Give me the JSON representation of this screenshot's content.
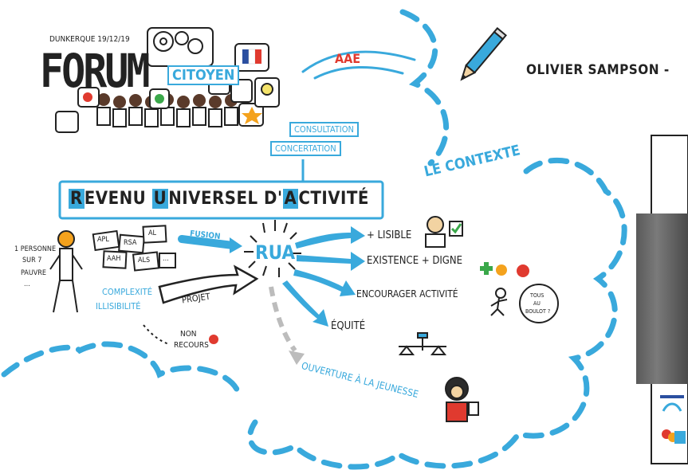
{
  "header": {
    "location_date": "DUNKERQUE 19/12/19",
    "title": "FORUM",
    "subtitle": "CITOYEN",
    "aae": "AAE",
    "author": "OLIVIER SAMPSON -"
  },
  "tags": {
    "consultation": "CONSULTATION",
    "concertation": "CONCERTATION",
    "context": "LE CONTEXTE"
  },
  "banner": {
    "r": "R",
    "evenu": "EVENU ",
    "u": "U",
    "niversel": "NIVERSEL D'",
    "a": "A",
    "ctivite": "CTIVITÉ"
  },
  "left": {
    "stat": [
      "1 PERSONNE",
      "SUR 7",
      "PAUVRE",
      "..."
    ],
    "cards": [
      "APL",
      "RSA",
      "AL",
      "AAH",
      "ALS",
      "..."
    ],
    "complexite": "COMPLEXITÉ",
    "illisibilite": "ILLISIBILITÉ",
    "projet": "PROJET",
    "non_recours_1": "NON",
    "non_recours_2": "RECOURS",
    "fusion": "FUSION"
  },
  "center": {
    "rua": "RUA"
  },
  "outcomes": {
    "lisible": "+ LISIBLE",
    "existence": "EXISTENCE + DIGNE",
    "encourager": "ENCOURAGER ACTIVITÉ",
    "equite": "ÉQUITÉ",
    "ouverture": "OUVERTURE À LA JEUNESSE",
    "bubble": [
      "TOUS",
      "AU",
      "BOULOT ?"
    ]
  },
  "colors": {
    "accent": "#39a9dc",
    "ink": "#222222",
    "green": "#3aa84a",
    "red": "#e03a2f",
    "orange": "#f4a21d"
  }
}
